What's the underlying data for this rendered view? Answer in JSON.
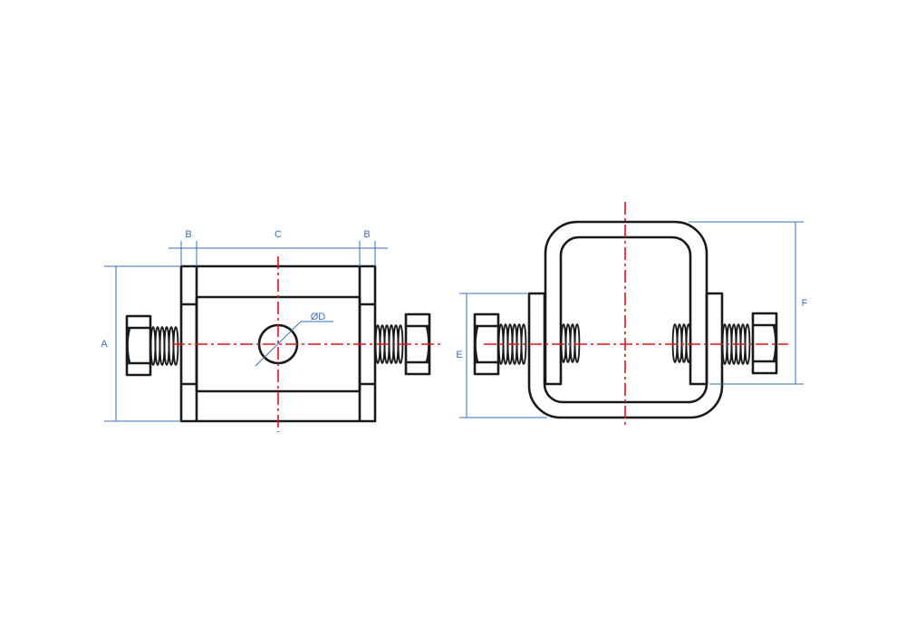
{
  "drawing": {
    "front_view": {
      "labels": {
        "b_left": "B",
        "c": "C",
        "b_right": "B",
        "a": "A",
        "diameter": "ØD"
      }
    },
    "side_view": {
      "labels": {
        "e": "E",
        "f": "F"
      }
    }
  },
  "colors": {
    "outline": "#1a1a1a",
    "centerline": "#e3141b",
    "dimension": "#3b6fb6"
  }
}
